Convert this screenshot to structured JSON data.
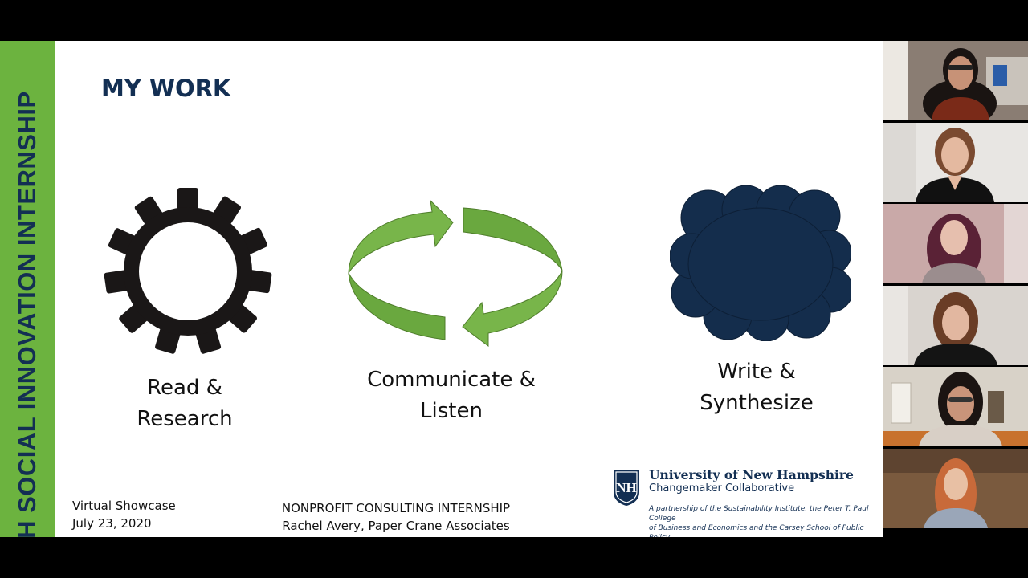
{
  "slide": {
    "sidebar_text": "UNH SOCIAL INNOVATION INTERNSHIP",
    "title": "MY WORK",
    "items": [
      {
        "icon": "gear-icon",
        "line1": "Read &",
        "line2": "Research"
      },
      {
        "icon": "cycle-arrows-icon",
        "line1": "Communicate &",
        "line2": "Listen"
      },
      {
        "icon": "cloud-icon",
        "line1": "Write &",
        "line2": "Synthesize"
      }
    ],
    "footer_left": {
      "line1": "Virtual Showcase",
      "line2": "July 23, 2020"
    },
    "footer_center": {
      "line1": "NONPROFIT CONSULTING INTERNSHIP",
      "line2": "Rachel Avery, Paper Crane Associates"
    },
    "unh": {
      "logo_text": "NH",
      "name": "University of New Hampshire",
      "subtitle": "Changemaker Collaborative",
      "partner_line1": "A partnership of the Sustainability Institute, the Peter T. Paul College",
      "partner_line2": "of Business and Economics and the Carsey School of Public Policy"
    }
  },
  "participants": [
    {
      "tile": "participant-1",
      "colors": {
        "bg": "#8a7d73",
        "hair": "#1a1412",
        "skin": "#c79277",
        "shirt": "#7a2a18"
      }
    },
    {
      "tile": "participant-2",
      "colors": {
        "bg": "#e8e6e3",
        "hair": "#7a4a30",
        "skin": "#e4b9a0",
        "shirt": "#111111"
      }
    },
    {
      "tile": "participant-3",
      "colors": {
        "bg": "#c9a9a8",
        "hair": "#5a2236",
        "skin": "#e6bfae",
        "shirt": "#9b8d8e"
      }
    },
    {
      "tile": "participant-4",
      "colors": {
        "bg": "#d9d4cf",
        "hair": "#6a3d26",
        "skin": "#e2b7a0",
        "shirt": "#141414"
      }
    },
    {
      "tile": "participant-5",
      "colors": {
        "bg": "#d8d2c8",
        "hair": "#1b1412",
        "skin": "#c9947a",
        "shirt": "#d8cfc6"
      }
    },
    {
      "tile": "participant-6",
      "colors": {
        "bg": "#7a5a3e",
        "hair": "#c86a3a",
        "skin": "#e8c0a4",
        "shirt": "#9aa6b8"
      }
    }
  ],
  "colors": {
    "green": "#6cb33f",
    "navy": "#132f53",
    "cloud": "#142d4c",
    "arrow_green": "#78b54a"
  }
}
